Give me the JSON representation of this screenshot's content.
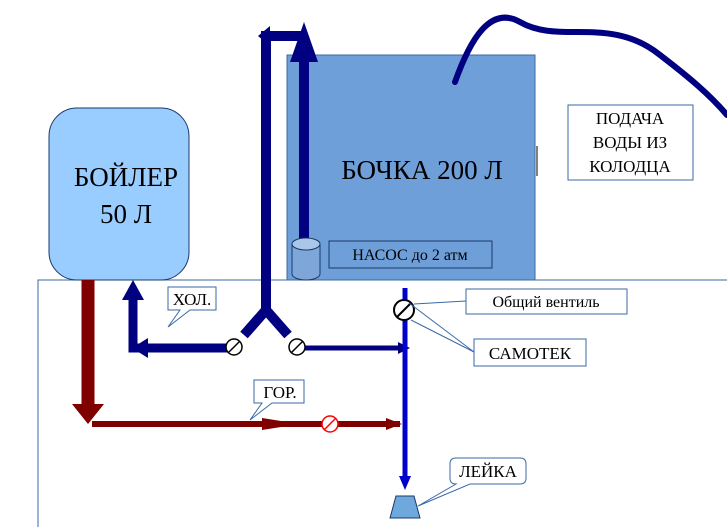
{
  "boiler": {
    "line1": "БОЙЛЕР",
    "line2": "50 Л",
    "fill": "#99ccff"
  },
  "barrel": {
    "label": "БОЧКА 200 Л",
    "fill": "#6f9fd8"
  },
  "pump": {
    "label": "НАСОС до 2 атм"
  },
  "well_supply": {
    "line1": "ПОДАЧА",
    "line2": "ВОДЫ ИЗ",
    "line3": "КОЛОДЦА"
  },
  "main_valve": {
    "label": "Общий вентиль"
  },
  "gravity": {
    "label": "САМОТЕК"
  },
  "cold": {
    "label": "ХОЛ.",
    "color": "#000080"
  },
  "hot": {
    "label": "ГОР.",
    "color": "#800000"
  },
  "shower": {
    "label": "ЛЕЙКА"
  },
  "colors": {
    "pipe_blue": "#0000cc",
    "valve_red": "#ff0000"
  }
}
